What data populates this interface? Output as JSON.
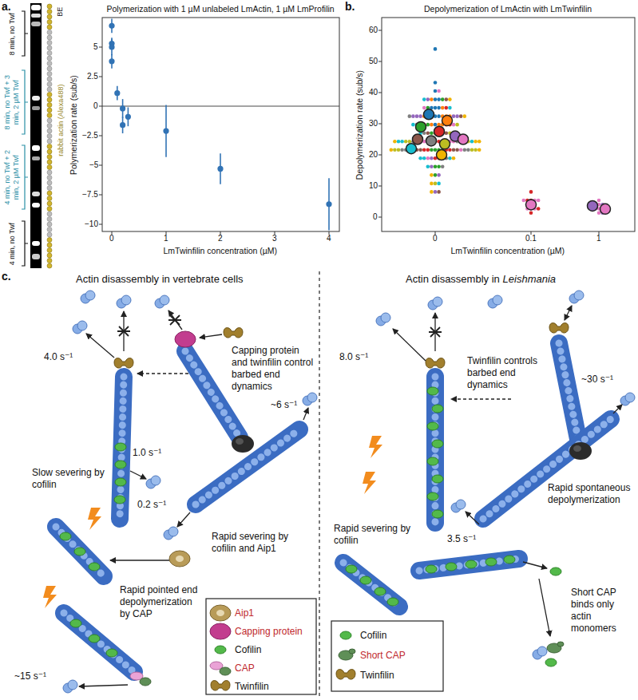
{
  "diagram": {
    "labels": [
      "a.",
      "8 min, no Twf",
      "8 min, no Twf + 3 min, 2 µM Twf",
      "4 min, no Twf + 2 min, 2 µM Twf",
      "4 min, no Twf",
      "BE",
      "rabbit actin (Alexa488)",
      "Polymerization with 1 µM unlabeled LmActin, 1 µM LmProfilin",
      "Polymerization rate (sub/s)",
      "5",
      "2.5",
      "0",
      "−2.5",
      "−5",
      "−7.5",
      "−10",
      "0",
      "1",
      "2",
      "3",
      "4",
      "LmTwinfilin concentration (µM)",
      "b.",
      "Depolymerization of LmActin with LmTwinfilin",
      "Depolymerization rate (sub/s)",
      "0",
      "10",
      "20",
      "30",
      "40",
      "50",
      "60",
      "0",
      "0.1",
      "1",
      "LmTwinfilin concentration (µM)",
      "c.",
      "Actin disassembly in vertebrate cells",
      "4.0 s⁻¹",
      "Capping protein and twinfilin control barbed end dynamics",
      "~6 s⁻¹",
      "0.2 s⁻¹",
      "1.0 s⁻¹",
      "Slow severing by cofilin",
      "Rapid severing by cofilin and Aip1",
      "Rapid pointed end depolymerization by CAP",
      "~15 s⁻¹",
      "Actin disassembly in",
      "Leishmania",
      "8.0 s⁻¹",
      "Twinfilin controls barbed end dynamics",
      "~30 s⁻¹",
      "3.5 s⁻¹",
      "Rapid spontaneous depolymerization",
      "Rapid severing by cofilin",
      "Short CAP binds only actin monomers"
    ],
    "legend": [
      {
        "text": "Aip1"
      },
      {
        "text": "Capping protein"
      },
      {
        "text": "Cofilin"
      },
      {
        "text": "CAP"
      },
      {
        "text": "Twinfilin"
      },
      {
        "text": "Cofilin"
      },
      {
        "text": "Short CAP"
      },
      {
        "text": "Twinfilin"
      }
    ]
  }
}
